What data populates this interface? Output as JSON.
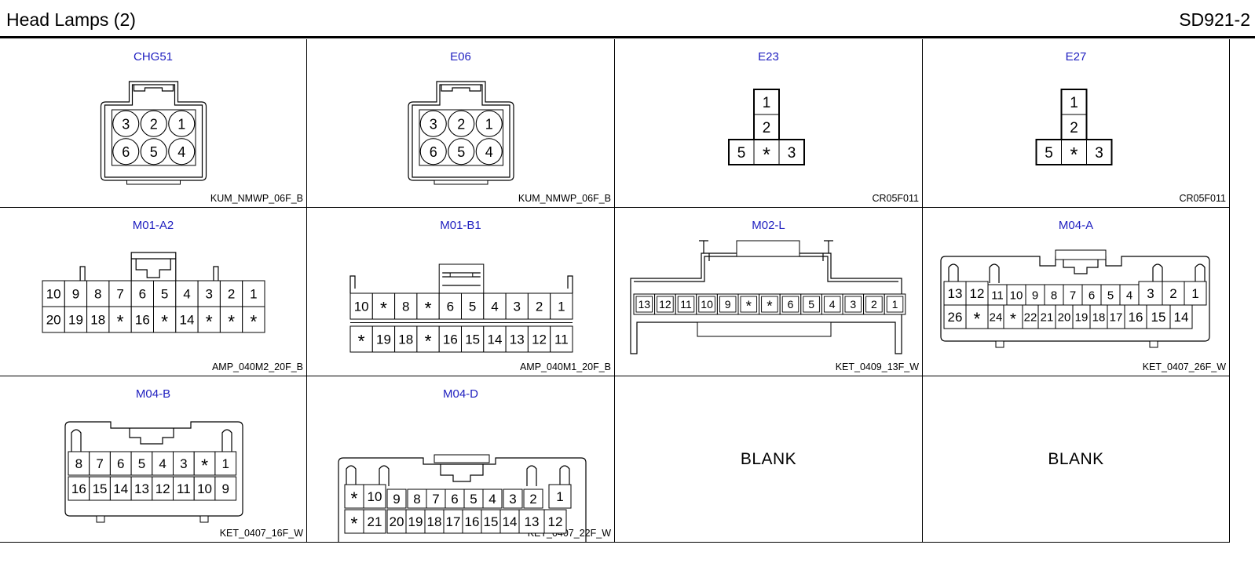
{
  "header": {
    "title": "Head Lamps (2)",
    "code": "SD921-2"
  },
  "connectors": [
    {
      "name": "CHG51",
      "type": "KUM_NMWP_06F_B",
      "shape": "kum6",
      "rows": [
        [
          "3",
          "2",
          "1"
        ],
        [
          "6",
          "5",
          "4"
        ]
      ]
    },
    {
      "name": "E06",
      "type": "KUM_NMWP_06F_B",
      "shape": "kum6",
      "rows": [
        [
          "3",
          "2",
          "1"
        ],
        [
          "6",
          "5",
          "4"
        ]
      ]
    },
    {
      "name": "E23",
      "type": "CR05F011",
      "shape": "tee",
      "rows": [
        [
          "1"
        ],
        [
          "2"
        ],
        [
          "5",
          "*",
          "3"
        ]
      ]
    },
    {
      "name": "E27",
      "type": "CR05F011",
      "shape": "tee",
      "rows": [
        [
          "1"
        ],
        [
          "2"
        ],
        [
          "5",
          "*",
          "3"
        ]
      ]
    },
    {
      "name": "M01-A2",
      "type": "AMP_040M2_20F_B",
      "shape": "amp",
      "rows": [
        [
          "10",
          "9",
          "8",
          "7",
          "6",
          "5",
          "4",
          "3",
          "2",
          "1"
        ],
        [
          "20",
          "19",
          "18",
          "*",
          "16",
          "*",
          "14",
          "*",
          "*",
          "*"
        ]
      ]
    },
    {
      "name": "M01-B1",
      "type": "AMP_040M1_20F_B",
      "shape": "amp",
      "rows": [
        [
          "10",
          "*",
          "8",
          "*",
          "6",
          "5",
          "4",
          "3",
          "2",
          "1"
        ],
        [
          "*",
          "19",
          "18",
          "*",
          "16",
          "15",
          "14",
          "13",
          "12",
          "11"
        ]
      ]
    },
    {
      "name": "M02-L",
      "type": "KET_0409_13F_W",
      "shape": "ket13",
      "rows": [
        [
          "13",
          "12",
          "11",
          "10",
          "9",
          "*",
          "*",
          "6",
          "5",
          "4",
          "3",
          "2",
          "1"
        ]
      ]
    },
    {
      "name": "M04-A",
      "type": "KET_0407_26F_W",
      "shape": "ket26",
      "rows": [
        [
          "13",
          "12",
          "11",
          "10",
          "9",
          "8",
          "7",
          "6",
          "5",
          "4",
          "3",
          "2",
          "1"
        ],
        [
          "26",
          "*",
          "24",
          "*",
          "22",
          "21",
          "20",
          "19",
          "18",
          "17",
          "16",
          "15",
          "14"
        ]
      ]
    },
    {
      "name": "M04-B",
      "type": "KET_0407_16F_W",
      "shape": "ket16",
      "rows": [
        [
          "8",
          "7",
          "6",
          "5",
          "4",
          "3",
          "*",
          "1"
        ],
        [
          "16",
          "15",
          "14",
          "13",
          "12",
          "11",
          "10",
          "9"
        ]
      ]
    },
    {
      "name": "M04-D",
      "type": "KET_0407_22F_W",
      "shape": "ket22",
      "rows": [
        [
          "*",
          "10",
          "9",
          "8",
          "7",
          "6",
          "5",
          "4",
          "3",
          "2",
          "1"
        ],
        [
          "*",
          "21",
          "20",
          "19",
          "18",
          "17",
          "16",
          "15",
          "14",
          "13",
          "12"
        ]
      ]
    },
    {
      "name": "",
      "type": "",
      "shape": "blank",
      "blank_label": "BLANK",
      "rows": []
    },
    {
      "name": "",
      "type": "",
      "shape": "blank",
      "blank_label": "BLANK",
      "rows": []
    }
  ]
}
